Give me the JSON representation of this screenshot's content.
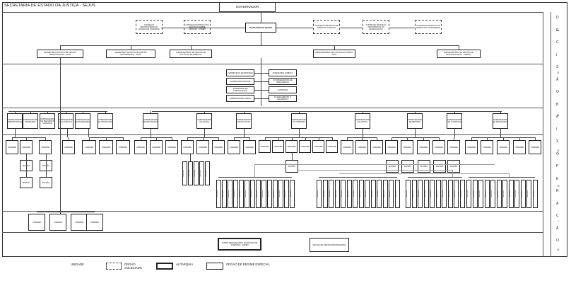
{
  "header": {
    "title": "SECRETARIA DE ESTADO DA JUSTIÇA - SEJUS",
    "top_box": "GOVERNADOR"
  },
  "right_labels": [
    "N",
    "S",
    "E",
    "D",
    "O",
    "I",
    "N"
  ],
  "level_letters": [
    "D",
    "E",
    "C",
    "I",
    "S",
    "Ã",
    "O",
    "B",
    "A",
    "I",
    "X",
    "O",
    "P",
    "E",
    "R",
    "A",
    "Ç",
    "Ã",
    "O"
  ],
  "secretary": "SECRETÁRIO DE ESTADO",
  "councils": [
    "CONSELHO PENITENCIÁRIO DO ESTADO DE RONDÔNIA",
    "CONSELHO ESTADUAL DE POLÍTICAS SOBRE DROGAS - CONEN",
    "CONSELHO ESTADUAL DE DIREITOS HUMANOS",
    "CONSELHO ESTADUAL DOS DIREITOS DA PESSOA IDOSA",
    "CONSELHO ESTADUAL DE DEFESA DO CONSUMIDOR"
  ],
  "adjuncts": [
    "SECRETÁRIO ADJUNTO DE GESTÃO ADMINISTRATIVA - SAGA",
    "SECRETÁRIO ADJUNTO DE GESTÃO PENITENCIÁRIA - SAGP",
    "SUBSECRETÁRIO DE GESTÃO DE POLÍTICAS DE DIREITOS",
    "SUBSECRETÁRIO DE CONTROLE INTERNO - SUCI",
    "SUBSECRETÁRIO DE GESTÃO DE SOCIOEDUCAÇÃO - SUBSOC"
  ],
  "staff": [
    "GABINETE DO SECRETÁRIO",
    "ASSESSORIA TÉCNICA",
    "ASSESSORIA DE COMUNICAÇÃO",
    "CORREGEDORIA GERAL",
    "ASSESSORIA JURÍDICA",
    "COORDENADORIA DE INTELIGÊNCIA",
    "OUVIDORIA",
    "PLANEJAMENTO E ORÇAMENTO"
  ],
  "coordinations": [
    "COORDENADORIA ADMINISTRATIVA",
    "COORDENADORIA FINANCEIRA",
    "COORDENADORIA DE RECURSOS HUMANOS",
    "COORDENADORIA DE LOGÍSTICA",
    "COORDENADORIA DE ENGENHARIA",
    "COORDENADORIA DE TECNOLOGIA",
    "COORDENADORIA DE SEGURANÇA",
    "COORDENADORIA DE SAÚDE",
    "COORDENADORIA DE POLÍTICAS",
    "COORDENADORIA DO INTERIOR",
    "COORDENADORIA DA CAPITAL",
    "COORDENADORIA DE MEDIDAS",
    "COORDENADORIA DE CONTROLE",
    "COORDENADORIA DE PROGRAMAS",
    "COORDENADORIA SOCIOEDUCATIVA"
  ],
  "unit_label": "UNIDADE",
  "sub_label": "DIVISÃO",
  "cell_label": "NÚCLEO",
  "bottom_boxes": [
    "FUNDO PENITENCIÁRIO DO ESTADO DE RONDÔNIA - FUPEN",
    "ESCOLA DE GESTÃO PENITENCIÁRIA"
  ],
  "legend": {
    "unit": "UNIDADE",
    "collegiate": "ÓRGÃO COLEGIADO",
    "autarchy": "AUTARQUIA",
    "special": "ÓRGÃO DE REGIME ESPECIAL"
  }
}
